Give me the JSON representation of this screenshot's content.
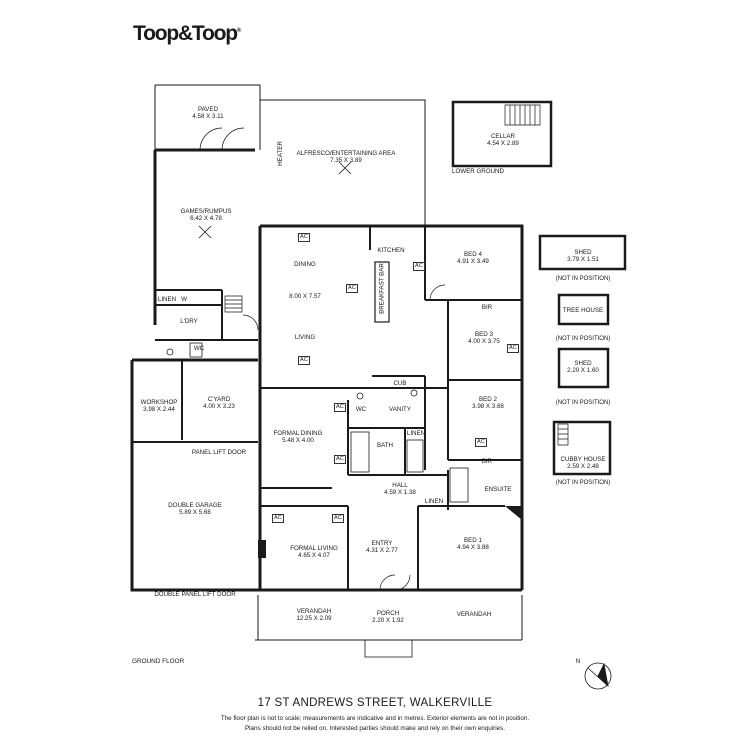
{
  "brand": {
    "logo": "Toop&Toop",
    "reg": "®"
  },
  "address": "17 ST ANDREWS STREET, WALKERVILLE",
  "disclaimer": {
    "line1": "The floor plan is not to scale; measurements are indicative and in metres. Exterior elements are not in position.",
    "line2": "Plans should not be relied on. Interested parties should make and rely on their own enquiries."
  },
  "floor_label": "GROUND FLOOR",
  "lower_label": "LOWER GROUND",
  "north": "N",
  "labels": {
    "heater": "HEATER",
    "kitchen": "KITCHEN",
    "breakfast_bar": "BREAKFAST BAR",
    "dining": "DINING",
    "living": "LIVING",
    "linen": "LINEN",
    "w": "W",
    "ldry": "L'DRY",
    "wc": "WC",
    "cub": "CUB",
    "vanity": "VANITY",
    "bath": "BATH",
    "bir": "BIR",
    "ensuite": "ENSUITE",
    "panel_lift_door": "PANEL LIFT DOOR",
    "double_panel_lift_door": "DOUBLE PANEL LIFT DOOR",
    "ac": "AC",
    "not_in_position": "(NOT IN POSITION)",
    "tree_house": "TREE HOUSE",
    "verandah": "VERANDAH"
  },
  "rooms": {
    "paved": {
      "name": "PAVED",
      "dims": "4.58 x 3.11"
    },
    "alfresco": {
      "name": "ALFRESCO/ENTERTAINING AREA",
      "dims": "7.35 x 3.89"
    },
    "cellar": {
      "name": "CELLAR",
      "dims": "4.54 x 2.89"
    },
    "games": {
      "name": "GAMES/RUMPUS",
      "dims": "6.42 x 4.78"
    },
    "bed4": {
      "name": "BED 4",
      "dims": "4.91 x 3.49"
    },
    "dining_living": {
      "dims": "8.00 x 7.57"
    },
    "shed1": {
      "name": "SHED",
      "dims": "3.79 x 1.51"
    },
    "bed3": {
      "name": "BED 3",
      "dims": "4.00 x 3.75"
    },
    "shed2": {
      "name": "SHED",
      "dims": "2.20 x 1.60"
    },
    "workshop": {
      "name": "WORKSHOP",
      "dims": "3.98 x 2.44"
    },
    "cyard": {
      "name": "C'YARD",
      "dims": "4.00 x 3.23"
    },
    "bed2": {
      "name": "BED 2",
      "dims": "3.98 x 3.68"
    },
    "formal_dining": {
      "name": "FORMAL DINING",
      "dims": "5.48 x 4.00"
    },
    "cubby": {
      "name": "CUBBY HOUSE",
      "dims": "2.59 x 2.48"
    },
    "hall": {
      "name": "HALL",
      "dims": "4.59 x 1.38"
    },
    "garage": {
      "name": "DOUBLE GARAGE",
      "dims": "5.89 x 5.68"
    },
    "entry": {
      "name": "ENTRY",
      "dims": "4.31 x 2.77"
    },
    "bed1": {
      "name": "BED 1",
      "dims": "4.94 x 3.88"
    },
    "formal_living": {
      "name": "FORMAL LIVING",
      "dims": "4.65 x 4.07"
    },
    "verandah": {
      "name": "VERANDAH",
      "dims": "12.25 x 2.09"
    },
    "porch": {
      "name": "PORCH",
      "dims": "2.20 x 1.92"
    }
  }
}
